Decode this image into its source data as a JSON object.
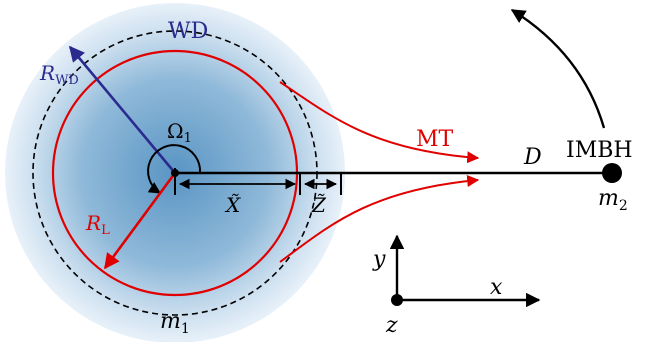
{
  "labels": {
    "wd": "WD",
    "r_wd_main": "R",
    "r_wd_sub": "WD",
    "omega_main": "Ω",
    "omega_sub": "1",
    "r_l_main": "R",
    "r_l_sub": "L",
    "x_tilde": "X̃",
    "z_tilde": "Z̃",
    "m1_main": "m",
    "m1_sub": "1",
    "mt": "MT",
    "d": "D",
    "imbh": "IMBH",
    "m2_main": "m",
    "m2_sub": "2",
    "axis_x": "x",
    "axis_y": "y",
    "axis_z": "z"
  },
  "colors": {
    "wd_label": "#2b2b8f",
    "r_wd_arrow": "#2b2b8f",
    "roche_lobe": "#e00000",
    "r_l_arrow": "#e00000",
    "mt_text": "#e00000",
    "wd_center": "#c6ddf0",
    "wd_mid": "#8fb9d9",
    "wd_glow": "#e3eef8"
  }
}
